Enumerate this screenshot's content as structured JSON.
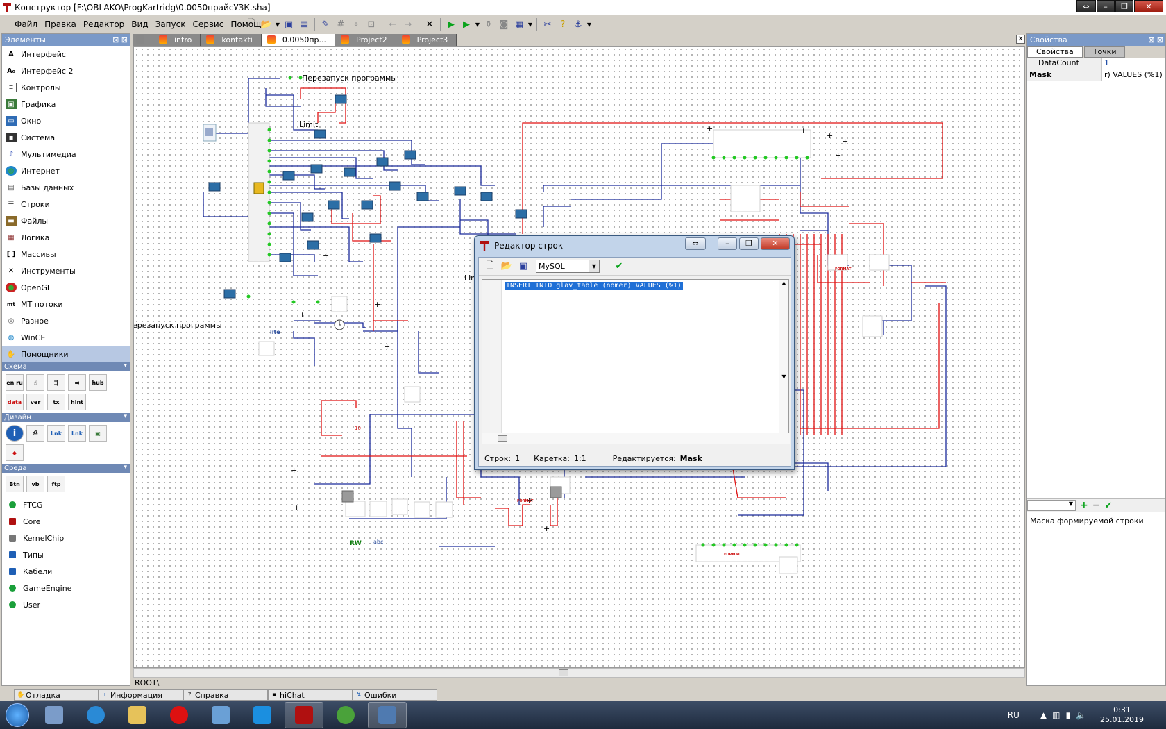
{
  "window": {
    "title": "Конструктор [F:\\OBLAKO\\ProgKartridg\\0.0050прайсУЗК.sha]"
  },
  "menu": [
    "Файл",
    "Правка",
    "Редактор",
    "Вид",
    "Запуск",
    "Сервис",
    "Помощь"
  ],
  "left_panel": {
    "title": "Элементы",
    "categories": [
      {
        "label": "Интерфейс",
        "icon": "A"
      },
      {
        "label": "Интерфейс 2",
        "icon": "A0"
      },
      {
        "label": "Контролы",
        "icon": "ctrl"
      },
      {
        "label": "Графика",
        "icon": "img"
      },
      {
        "label": "Окно",
        "icon": "win"
      },
      {
        "label": "Система",
        "icon": "sys"
      },
      {
        "label": "Мультимедиа",
        "icon": "note"
      },
      {
        "label": "Интернет",
        "icon": "globe"
      },
      {
        "label": "Базы данных",
        "icon": "db"
      },
      {
        "label": "Строки",
        "icon": "str"
      },
      {
        "label": "Файлы",
        "icon": "folder"
      },
      {
        "label": "Логика",
        "icon": "logic"
      },
      {
        "label": "Массивы",
        "icon": "[ ]"
      },
      {
        "label": "Инструменты",
        "icon": "tools"
      },
      {
        "label": "OpenGL",
        "icon": "gl"
      },
      {
        "label": "МТ потоки",
        "icon": "mt"
      },
      {
        "label": "Разное",
        "icon": "misc"
      },
      {
        "label": "WinCE",
        "icon": "ce"
      },
      {
        "label": "Помощники",
        "icon": "hand"
      }
    ],
    "groups": [
      {
        "title": "Схема",
        "items": [
          "en ru",
          "hand",
          "",
          "",
          "hub",
          "data",
          "ver",
          "tx",
          "hint"
        ]
      },
      {
        "title": "Дизайн",
        "items": [
          "i",
          "",
          "Lnk",
          "Lnk",
          "",
          ""
        ]
      },
      {
        "title": "Среда",
        "items": [
          "Btn",
          "vb",
          "ftp"
        ]
      }
    ],
    "libraries": [
      "FTCG",
      "Core",
      "KernelChip",
      "Типы",
      "Кабели",
      "GameEngine",
      "User"
    ]
  },
  "tabs": [
    {
      "label": "intro",
      "active": false
    },
    {
      "label": "kontakti",
      "active": false
    },
    {
      "label": "0.0050пр...",
      "active": true
    },
    {
      "label": "Project2",
      "active": false
    },
    {
      "label": "Project3",
      "active": false
    }
  ],
  "canvas": {
    "labels": {
      "restart": "Перезапуск программы",
      "restart_cut": "ерезапуск программы",
      "limit": "Limit",
      "lim_cut": "Lim",
      "lite": "lite",
      "rw": "RW",
      "format": "FORMAT",
      "abc": "abc",
      "ten": "10"
    },
    "path": "ROOT\\"
  },
  "properties": {
    "tabs": [
      "Свойства",
      "Точки"
    ],
    "rows": [
      {
        "name": "DataCount",
        "value": "1"
      },
      {
        "name": "Mask",
        "value": "r) VALUES (%1)"
      }
    ],
    "description": "Маска формируемой строки"
  },
  "dialog": {
    "title": "Редактор строк",
    "dialect": "MySQL",
    "code": "INSERT INTO glav_table (nomer) VALUES (%1)",
    "status": {
      "lines_label": "Строк:",
      "lines_value": "1",
      "caret_label": "Каретка:",
      "caret_value": "1:1",
      "editing_label": "Редактируется:",
      "editing_value": "Mask"
    }
  },
  "bottom_tabs": [
    "Отладка",
    "Информация",
    "Справка",
    "hiChat",
    "Ошибки"
  ],
  "tray": {
    "lang": "RU",
    "time": "0:31",
    "date": "25.01.2019"
  },
  "colors": {
    "wire_blue": "#1a2a9a",
    "wire_red": "#e01010",
    "node_green": "#22c822",
    "selection": "#1f6fd6"
  }
}
